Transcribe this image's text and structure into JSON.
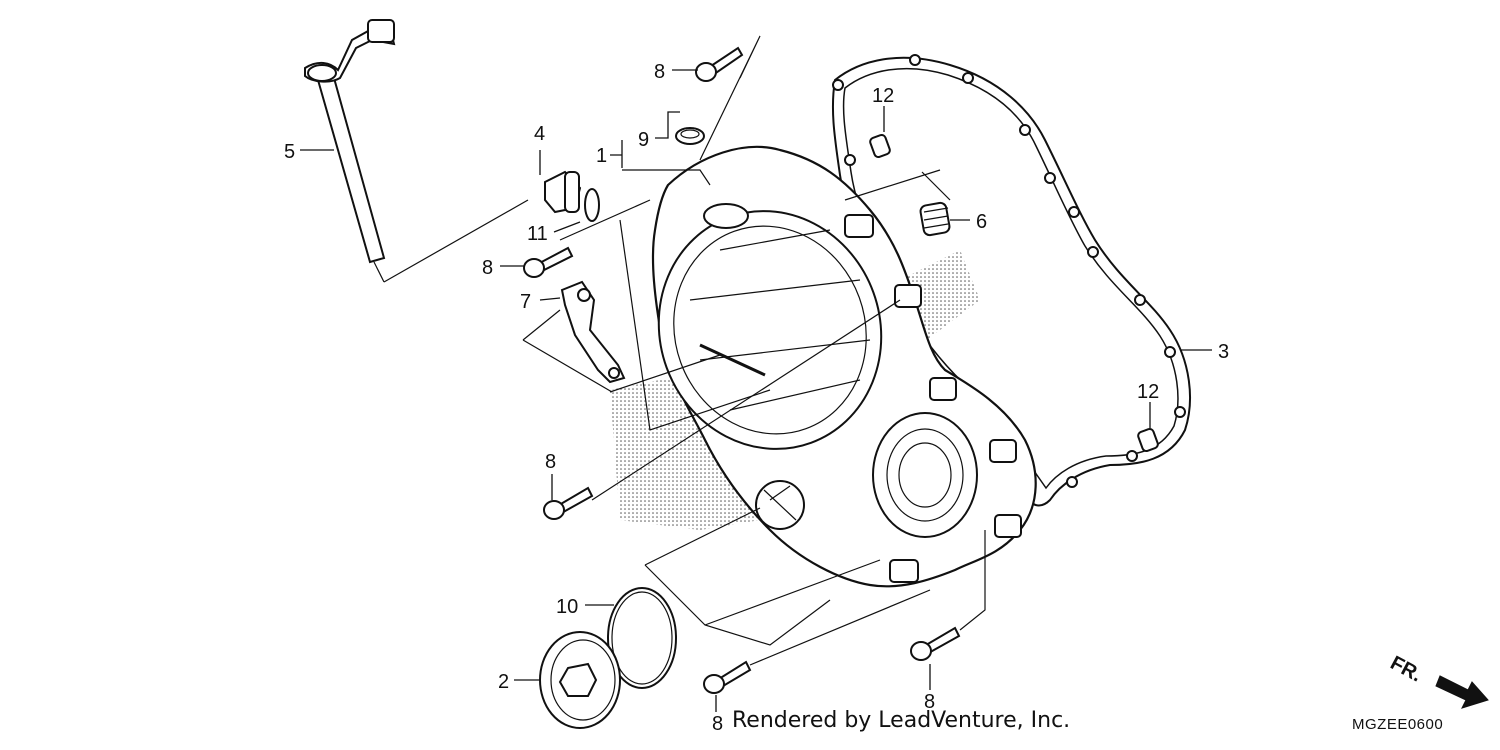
{
  "callouts": {
    "c1": "1",
    "c2": "2",
    "c3": "3",
    "c4": "4",
    "c5": "5",
    "c6": "6",
    "c7": "7",
    "c8a": "8",
    "c8b": "8",
    "c8c": "8",
    "c8d": "8",
    "c8e": "8",
    "c9": "9",
    "c10": "10",
    "c11": "11",
    "c12a": "12",
    "c12b": "12"
  },
  "credit": "Rendered by LeadVenture, Inc.",
  "diagram_code": "MGZEE0600",
  "direction_label": "FR.",
  "icons": {
    "direction": "front-direction-arrow-icon"
  },
  "colors": {
    "ink": "#111111",
    "background": "#ffffff"
  }
}
